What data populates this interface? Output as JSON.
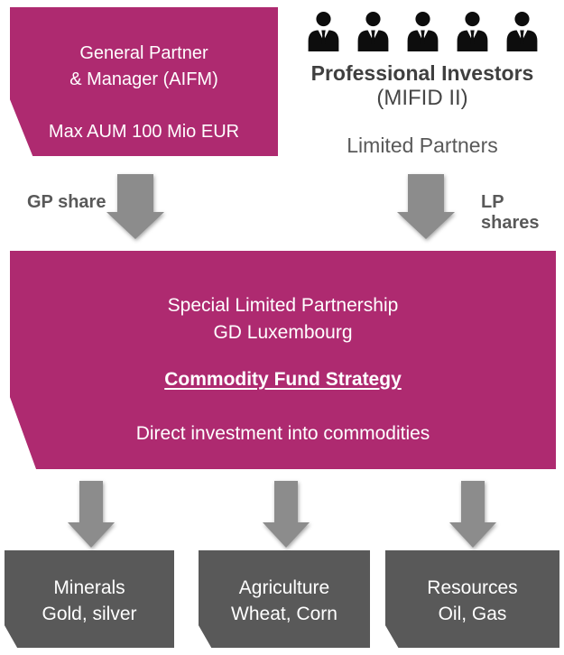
{
  "palette": {
    "magenta": "#AE2A70",
    "arrow_gray": "#8C8C8C",
    "dark_box_gray": "#595959",
    "heading_gray": "#3F3F3F",
    "label_gray": "#595959",
    "icon_black": "#0D0D0D",
    "text_white": "#FFFFFF"
  },
  "gp_box": {
    "line1": "General Partner",
    "line2": "& Manager (AIFM)",
    "line3": "Max AUM 100 Mio EUR"
  },
  "investors": {
    "icon": "business-person-icon",
    "icon_count": 5,
    "title": "Professional Investors",
    "subtitle": "(MIFID II)",
    "label": "Limited Partners"
  },
  "flows": {
    "gp_label": "GP share",
    "lp_label": "LP shares"
  },
  "fund_box": {
    "line1": "Special Limited Partnership",
    "line2": "GD Luxembourg",
    "strategy": "Commodity Fund Strategy",
    "description": "Direct investment into commodities"
  },
  "bottom_boxes": [
    {
      "title": "Minerals",
      "subtitle": "Gold, silver"
    },
    {
      "title": "Agriculture",
      "subtitle": "Wheat, Corn"
    },
    {
      "title": "Resources",
      "subtitle": "Oil, Gas"
    }
  ]
}
